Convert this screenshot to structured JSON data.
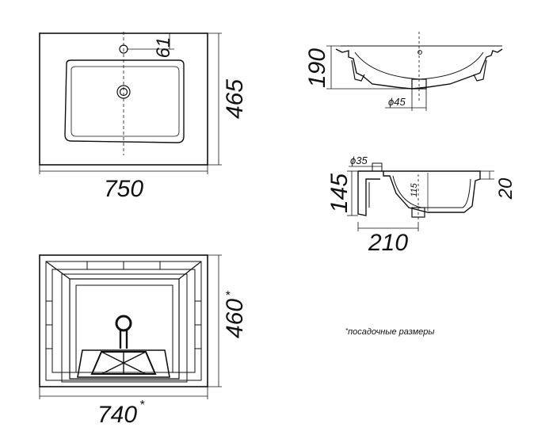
{
  "top_view": {
    "width": "750",
    "depth": "465",
    "tap_offset": "61"
  },
  "bottom_view": {
    "width": "740",
    "depth": "460",
    "asterisk": "*"
  },
  "side_view_front": {
    "height": "190",
    "drain_diameter": "ϕ45"
  },
  "side_view_section": {
    "height": "145",
    "rim": "20",
    "inner_depth": "115",
    "drain_diameter": "ϕ35",
    "drain_offset": "210"
  },
  "note": {
    "asterisk": "*",
    "text": "посадочные размеры"
  }
}
